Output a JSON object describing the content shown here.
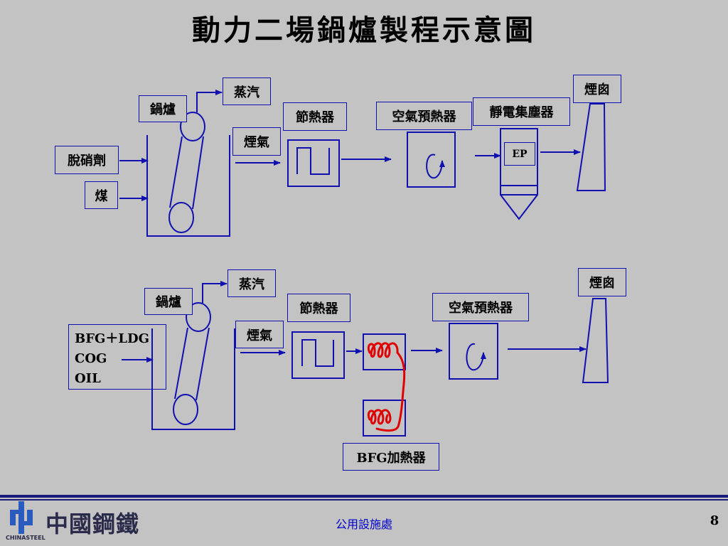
{
  "title": "動力二場鍋爐製程示意圖",
  "diagram1": {
    "boiler": "鍋爐",
    "steam": "蒸汽",
    "flue_gas": "煙氣",
    "economizer": "節熱器",
    "air_preheater": "空氣預熱器",
    "esp": "靜電集塵器",
    "ep": "EP",
    "stack": "煙囪",
    "denitration_agent": "脫硝劑",
    "coal": "煤"
  },
  "diagram2": {
    "boiler": "鍋爐",
    "steam": "蒸汽",
    "flue_gas": "煙氣",
    "economizer": "節熱器",
    "air_preheater": "空氣預熱器",
    "stack": "煙囪",
    "fuels": [
      "BFG＋LDG",
      "COG",
      "OIL"
    ],
    "bfg_heater": "BFG加熱器"
  },
  "colors": {
    "line": "#1010b0",
    "heater_coil": "#e00000",
    "background": "#c3c3c3"
  },
  "footer": {
    "company_logo": "中國鋼鐵",
    "company_logo_sub": "CHINASTEEL",
    "dept": "公用設施處",
    "page": "8"
  }
}
